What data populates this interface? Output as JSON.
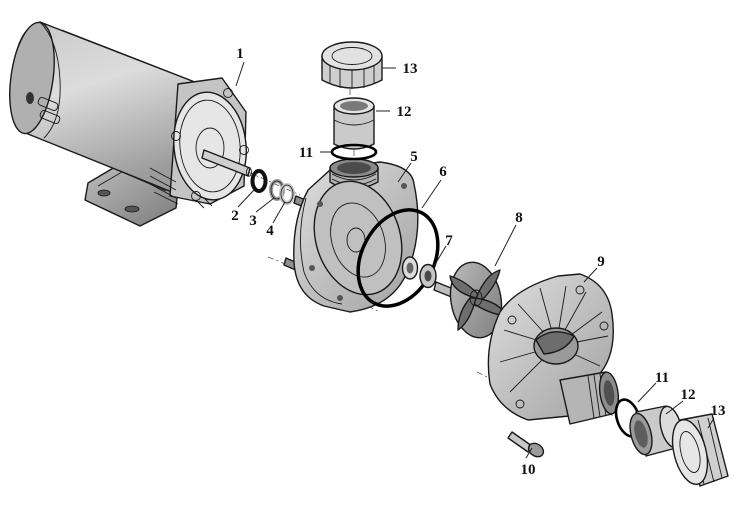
{
  "diagram": {
    "labels": [
      {
        "id": "motor",
        "text": "1"
      },
      {
        "id": "seal-seat",
        "text": "2"
      },
      {
        "id": "seal-ring-a",
        "text": "3"
      },
      {
        "id": "seal-ring-b",
        "text": "4"
      },
      {
        "id": "seal-plate",
        "text": "5"
      },
      {
        "id": "volute-o-ring",
        "text": "6"
      },
      {
        "id": "shaft-seal",
        "text": "7"
      },
      {
        "id": "impeller",
        "text": "8"
      },
      {
        "id": "volute",
        "text": "9"
      },
      {
        "id": "screw",
        "text": "10"
      },
      {
        "id": "o-ring-top",
        "text": "11"
      },
      {
        "id": "union-tail-top",
        "text": "12"
      },
      {
        "id": "union-nut-top",
        "text": "13"
      },
      {
        "id": "o-ring-side",
        "text": "11"
      },
      {
        "id": "union-tail-side",
        "text": "12"
      },
      {
        "id": "union-nut-side",
        "text": "13"
      }
    ]
  },
  "colors": {
    "part_fill": "#d2d2d2",
    "part_shade": "#a9a9a9",
    "part_dark": "#7d7d7d",
    "outline": "#1a1a1a",
    "o_ring": "#000000"
  }
}
